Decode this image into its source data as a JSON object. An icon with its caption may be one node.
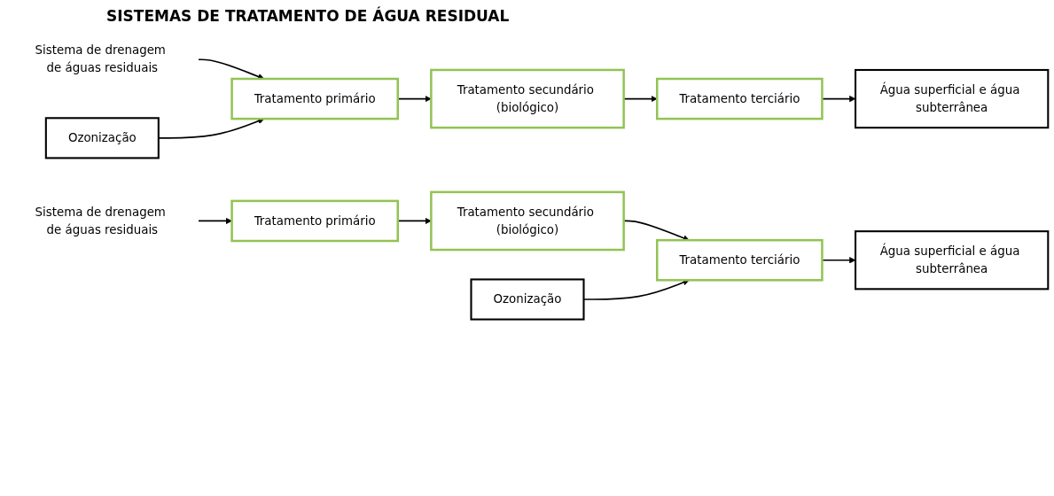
{
  "diagram": {
    "title": "SISTEMAS DE TRATAMENTO DE ÁGUA RESIDUAL",
    "nodes": [
      {
        "text": [
          "Sistema de drenagem de águas residuais"
        ]
      },
      {
        "text": [
          "Tratamento primário"
        ]
      },
      {
        "text": [
          "Tratamento secundário (biológico)"
        ]
      },
      {
        "text": [
          "Tratamento terciário"
        ]
      },
      {
        "text": [
          "Água superficial e água subterrânea"
        ]
      },
      {
        "text": [
          "Ozonização"
        ]
      },
      {
        "text": [
          "Sistema de drenagem de águas residuais"
        ]
      },
      {
        "text": [
          "Tratamento primário"
        ]
      },
      {
        "text": [
          "Tratamento secundário (biológico)"
        ]
      },
      {
        "text": [
          "Tratamento terciário"
        ]
      },
      {
        "text": [
          "Água superficial e água subterrânea"
        ]
      },
      {
        "text": [
          "Ozonização"
        ]
      }
    ],
    "edges": [
      {
        "from": 0,
        "to": 1,
        "arrow": "to"
      },
      {
        "from": 1,
        "to": 2,
        "arrow": "to"
      },
      {
        "from": 2,
        "to": 3,
        "arrow": "to"
      },
      {
        "from": 3,
        "to": 4,
        "arrow": "to"
      },
      {
        "from": 5,
        "to": 1,
        "arrow": "to"
      },
      {
        "from": 6,
        "to": 7,
        "arrow": "to"
      },
      {
        "from": 7,
        "to": 8,
        "arrow": "to"
      },
      {
        "from": 8,
        "to": 9,
        "arrow": "to"
      },
      {
        "from": 9,
        "to": 10,
        "arrow": "to"
      },
      {
        "from": 11,
        "to": 9,
        "arrow": "to"
      }
    ]
  }
}
